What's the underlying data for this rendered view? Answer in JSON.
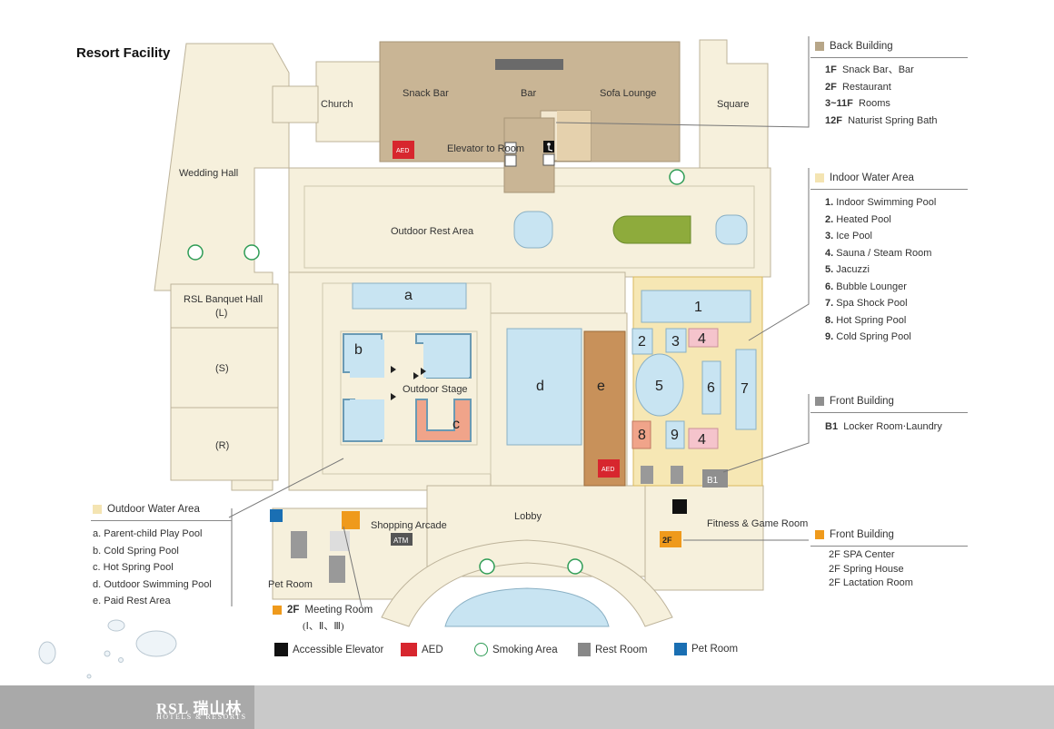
{
  "title": "Resort Facility",
  "map_labels": {
    "church": "Church",
    "snack_bar": "Snack Bar",
    "bar": "Bar",
    "sofa_lounge": "Sofa Lounge",
    "square": "Square",
    "wedding_hall": "Wedding Hall",
    "elevator_to_room": "Elevator to Room",
    "outdoor_rest_area": "Outdoor Rest Area",
    "rsl_banquet_hall": "RSL Banquet Hall",
    "banquet_l": "(L)",
    "banquet_s": "(S)",
    "banquet_r": "(R)",
    "outdoor_stage": "Outdoor Stage",
    "lobby": "Lobby",
    "shopping_arcade": "Shopping Arcade",
    "pet_room": "Pet Room",
    "fitness_game_room": "Fitness & Game Room",
    "atm": "ATM",
    "floor_2f": "2F",
    "floor_b1": "B1",
    "aed": "AED",
    "pool_a": "a",
    "pool_b": "b",
    "pool_c": "c",
    "pool_d": "d",
    "pool_e": "e",
    "n1": "1",
    "n2": "2",
    "n3": "3",
    "n4": "4",
    "n5": "5",
    "n6": "6",
    "n7": "7",
    "n8": "8",
    "n9": "9"
  },
  "legends": {
    "back_building": {
      "heading": "Back Building",
      "color": "#b7a688",
      "items": [
        {
          "floor": "1F",
          "text": "Snack Bar、Bar"
        },
        {
          "floor": "2F",
          "text": "Restaurant"
        },
        {
          "floor": "3~11F",
          "text": "Rooms"
        },
        {
          "floor": "12F",
          "text": "Naturist Spring Bath"
        }
      ]
    },
    "indoor_water": {
      "heading": "Indoor Water Area",
      "color": "#f4e4b2",
      "items": [
        {
          "floor": "1.",
          "text": "Indoor Swimming Pool"
        },
        {
          "floor": "2.",
          "text": "Heated Pool"
        },
        {
          "floor": "3.",
          "text": "Ice Pool"
        },
        {
          "floor": "4.",
          "text": "Sauna / Steam Room"
        },
        {
          "floor": "5.",
          "text": "Jacuzzi"
        },
        {
          "floor": "6.",
          "text": "Bubble Lounger"
        },
        {
          "floor": "7.",
          "text": "Spa Shock Pool"
        },
        {
          "floor": "8.",
          "text": "Hot Spring Pool"
        },
        {
          "floor": "9.",
          "text": "Cold Spring Pool"
        }
      ]
    },
    "front_building_b1": {
      "heading": "Front Building",
      "color": "#8f8f8f",
      "items": [
        {
          "floor": "B1",
          "text": "Locker Room‧Laundry"
        }
      ]
    },
    "front_building_2f": {
      "heading": "Front Building",
      "color": "#ef9a1c",
      "items": [
        {
          "floor": "2F",
          "text": "SPA Center"
        },
        {
          "floor": "2F",
          "text": "Spring House"
        },
        {
          "floor": "2F",
          "text": "Lactation Room"
        }
      ]
    },
    "outdoor_water": {
      "heading": "Outdoor Water Area",
      "color": "#f4e4b2",
      "items": [
        "a. Parent-child Play Pool",
        "b. Cold Spring Pool",
        "c. Hot Spring Pool",
        "d. Outdoor Swimming Pool",
        "e. Paid Rest Area"
      ]
    },
    "meeting_room": {
      "floor": "2F",
      "text": "Meeting Room",
      "sub": "(Ⅰ、Ⅱ、Ⅲ)",
      "color": "#ef9a1c"
    }
  },
  "icon_legend": {
    "accessible_elevator": "Accessible Elevator",
    "aed": "AED",
    "smoking_area": "Smoking Area",
    "rest_room": "Rest Room",
    "pet_room": "Pet Room"
  },
  "brand": {
    "name": "RSL 瑞山林",
    "sub": "HOTELS & RESORTS"
  },
  "colors": {
    "ground": "#f6f0dc",
    "back_building": "#c9b595",
    "indoor": "#f6e7b4",
    "pool_blue": "#c8e4f2",
    "paid_rest": "#c8915a",
    "hot_pool": "#f0a48a",
    "sauna": "#f5c4cc",
    "green_pool": "#8eab3c",
    "orange": "#ef9a1c",
    "aed_red": "#d7262e"
  }
}
